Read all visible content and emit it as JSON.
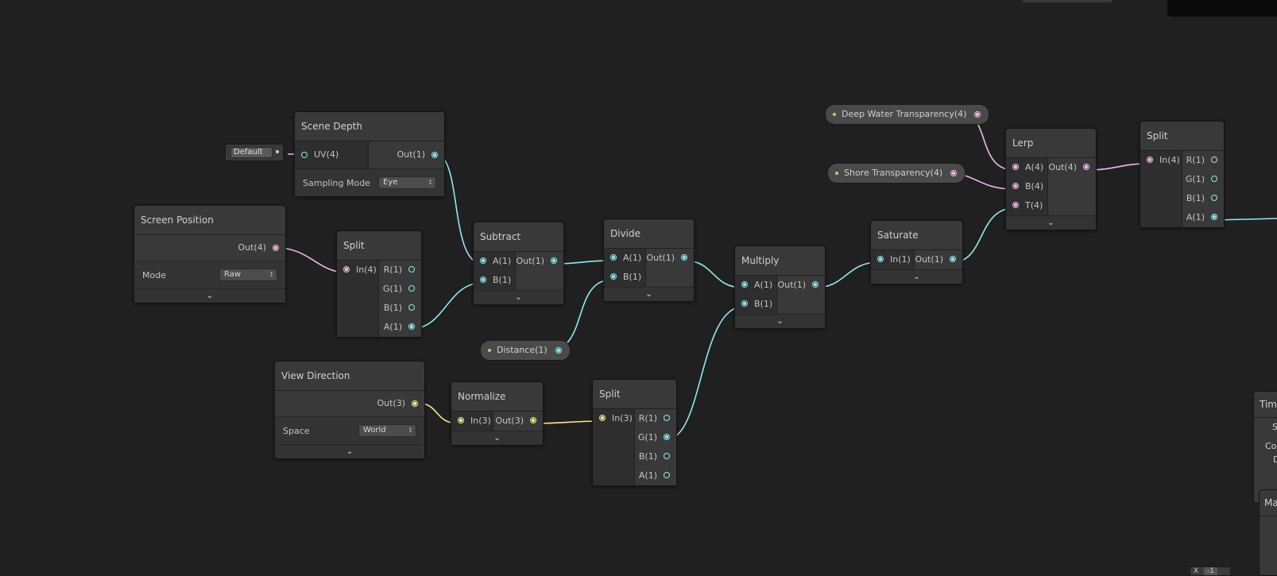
{
  "nodes": {
    "scene_depth": {
      "title": "Scene Depth",
      "in": "UV(4)",
      "out": "Out(1)",
      "setting_label": "Sampling Mode",
      "setting_value": "Eye",
      "default_value": "Default"
    },
    "screen_position": {
      "title": "Screen Position",
      "out": "Out(4)",
      "setting_label": "Mode",
      "setting_value": "Raw"
    },
    "split_1": {
      "title": "Split",
      "in": "In(4)",
      "outs": [
        "R(1)",
        "G(1)",
        "B(1)",
        "A(1)"
      ]
    },
    "subtract": {
      "title": "Subtract",
      "ins": [
        "A(1)",
        "B(1)"
      ],
      "out": "Out(1)"
    },
    "divide": {
      "title": "Divide",
      "ins": [
        "A(1)",
        "B(1)"
      ],
      "out": "Out(1)"
    },
    "multiply": {
      "title": "Multiply",
      "ins": [
        "A(1)",
        "B(1)"
      ],
      "out": "Out(1)"
    },
    "saturate": {
      "title": "Saturate",
      "in": "In(1)",
      "out": "Out(1)"
    },
    "lerp": {
      "title": "Lerp",
      "ins": [
        "A(4)",
        "B(4)",
        "T(4)"
      ],
      "out": "Out(4)"
    },
    "split_3": {
      "title": "Split",
      "in": "In(4)",
      "outs": [
        "R(1)",
        "G(1)",
        "B(1)",
        "A(1)"
      ]
    },
    "view_direction": {
      "title": "View Direction",
      "out": "Out(3)",
      "setting_label": "Space",
      "setting_value": "World"
    },
    "normalize": {
      "title": "Normalize",
      "in": "In(3)",
      "out": "Out(3)"
    },
    "split_2": {
      "title": "Split",
      "in": "In(3)",
      "outs": [
        "R(1)",
        "G(1)",
        "B(1)",
        "A(1)"
      ]
    }
  },
  "properties": {
    "deep_water": "Deep Water Transparency(4)",
    "shore": "Shore Transparency(4)",
    "distance": "Distance(1)"
  },
  "partial": {
    "time_title": "Time",
    "time_row1": "S",
    "time_row2": "Cos",
    "time_row3": "D",
    "ma_title": "Ma",
    "x_label": "X",
    "x_value": "-1"
  },
  "colors": {
    "background": "#202020",
    "wire_float": "#8fe8ef",
    "wire_vector4": "#f2b9e4",
    "wire_vector3": "#f2ec8c",
    "property_dot": "#9be07a"
  },
  "icons": {
    "expand": "chevron-down-icon"
  }
}
